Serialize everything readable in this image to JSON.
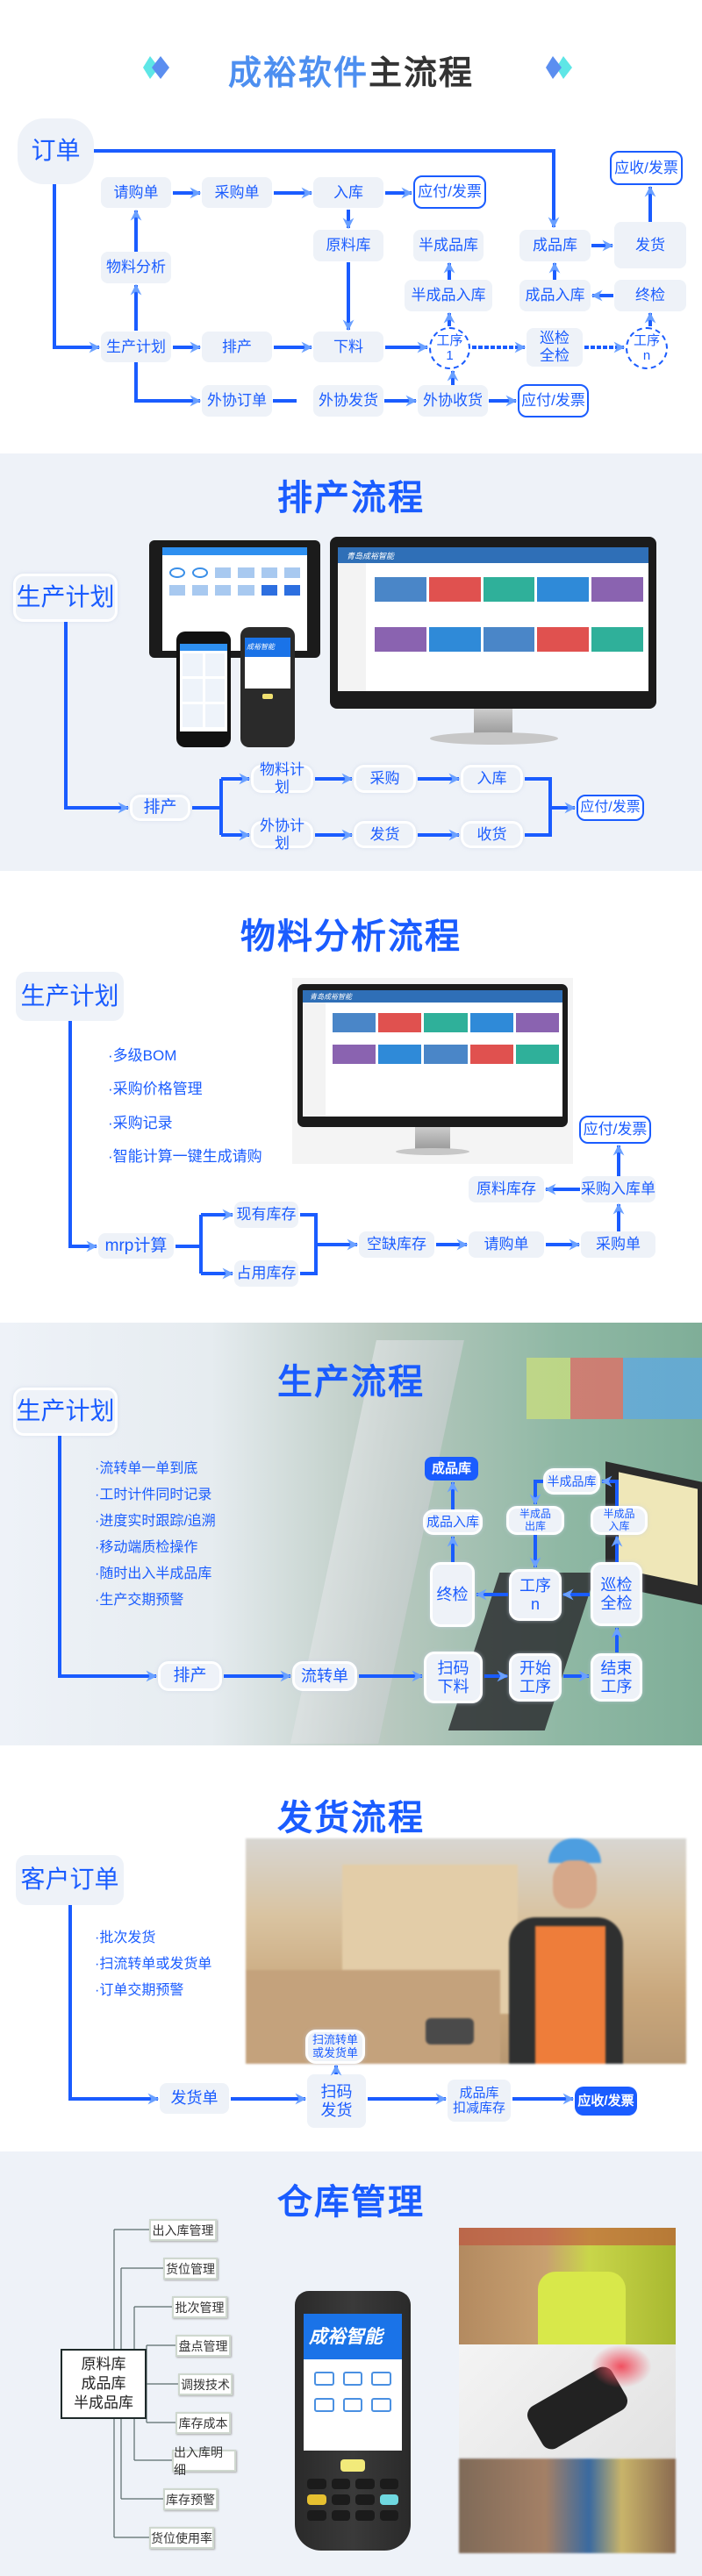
{
  "colors": {
    "accent": "#1a5cff",
    "node_bg": "#eef2f8",
    "section_bg": "#eef2f8",
    "title_light": "#4d8ff0",
    "title_dark": "#333333"
  },
  "main_flow": {
    "title_a": "成裕软件",
    "title_b": "主流程",
    "order": "订单",
    "nodes": [
      "请购单",
      "采购单",
      "入库",
      "应付/发票",
      "原料库",
      "半成品库",
      "成品库",
      "发货",
      "应收/发票",
      "物料分析",
      "半成品入库",
      "成品入库",
      "终检",
      "生产计划",
      "排产",
      "下料",
      "工序\n1",
      "巡检\n全检",
      "工序\nn",
      "外协订单",
      "外协发货",
      "外协收货",
      "应付/发票"
    ]
  },
  "scheduling": {
    "title": "排产流程",
    "start": "生产计划",
    "nodes": [
      "排产",
      "物料计划",
      "采购",
      "入库",
      "外协计划",
      "发货",
      "收货",
      "应付/发票"
    ],
    "screen_brand": "青岛成裕智能",
    "scanner_brand": "成裕智能"
  },
  "material": {
    "title": "物料分析流程",
    "start": "生产计划",
    "bullets": [
      "·多级BOM",
      "·采购价格管理",
      "·采购记录",
      "·智能计算一键生成请购"
    ],
    "nodes": [
      "mrp计算",
      "现有库存",
      "占用库存",
      "空缺库存",
      "请购单",
      "采购单",
      "采购入库单",
      "原料库存",
      "应付/发票"
    ],
    "screen_brand": "青岛成裕智能"
  },
  "production": {
    "title": "生产流程",
    "start": "生产计划",
    "bullets": [
      "·流转单一单到底",
      "·工时计件同时记录",
      "·进度实时跟踪/追溯",
      "·移动端质检操作",
      "·随时出入半成品库",
      "·生产交期预警"
    ],
    "nodes": [
      "排产",
      "流转单",
      "扫码\n下料",
      "开始\n工序",
      "结束\n工序",
      "巡检\n全检",
      "工序\nn",
      "终检",
      "成品入库",
      "成品库",
      "半成品\n出库",
      "半成品\n入库",
      "半成品库"
    ]
  },
  "shipping": {
    "title": "发货流程",
    "start": "客户订单",
    "bullets": [
      "·批次发货",
      "·扫流转单或发货单",
      "·订单交期预警"
    ],
    "nodes": [
      "发货单",
      "扫码\n发货",
      "扫流转单\n或发货单",
      "成品库\n扣减库存",
      "应收/发票"
    ]
  },
  "warehouse": {
    "title": "仓库管理",
    "center": "原料库\n成品库\n半成品库",
    "items": [
      "出入库管理",
      "货位管理",
      "批次管理",
      "盘点管理",
      "调拨技术",
      "库存成本",
      "出入库明细",
      "库存预警",
      "货位使用率"
    ],
    "scanner_brand": "成裕智能"
  }
}
